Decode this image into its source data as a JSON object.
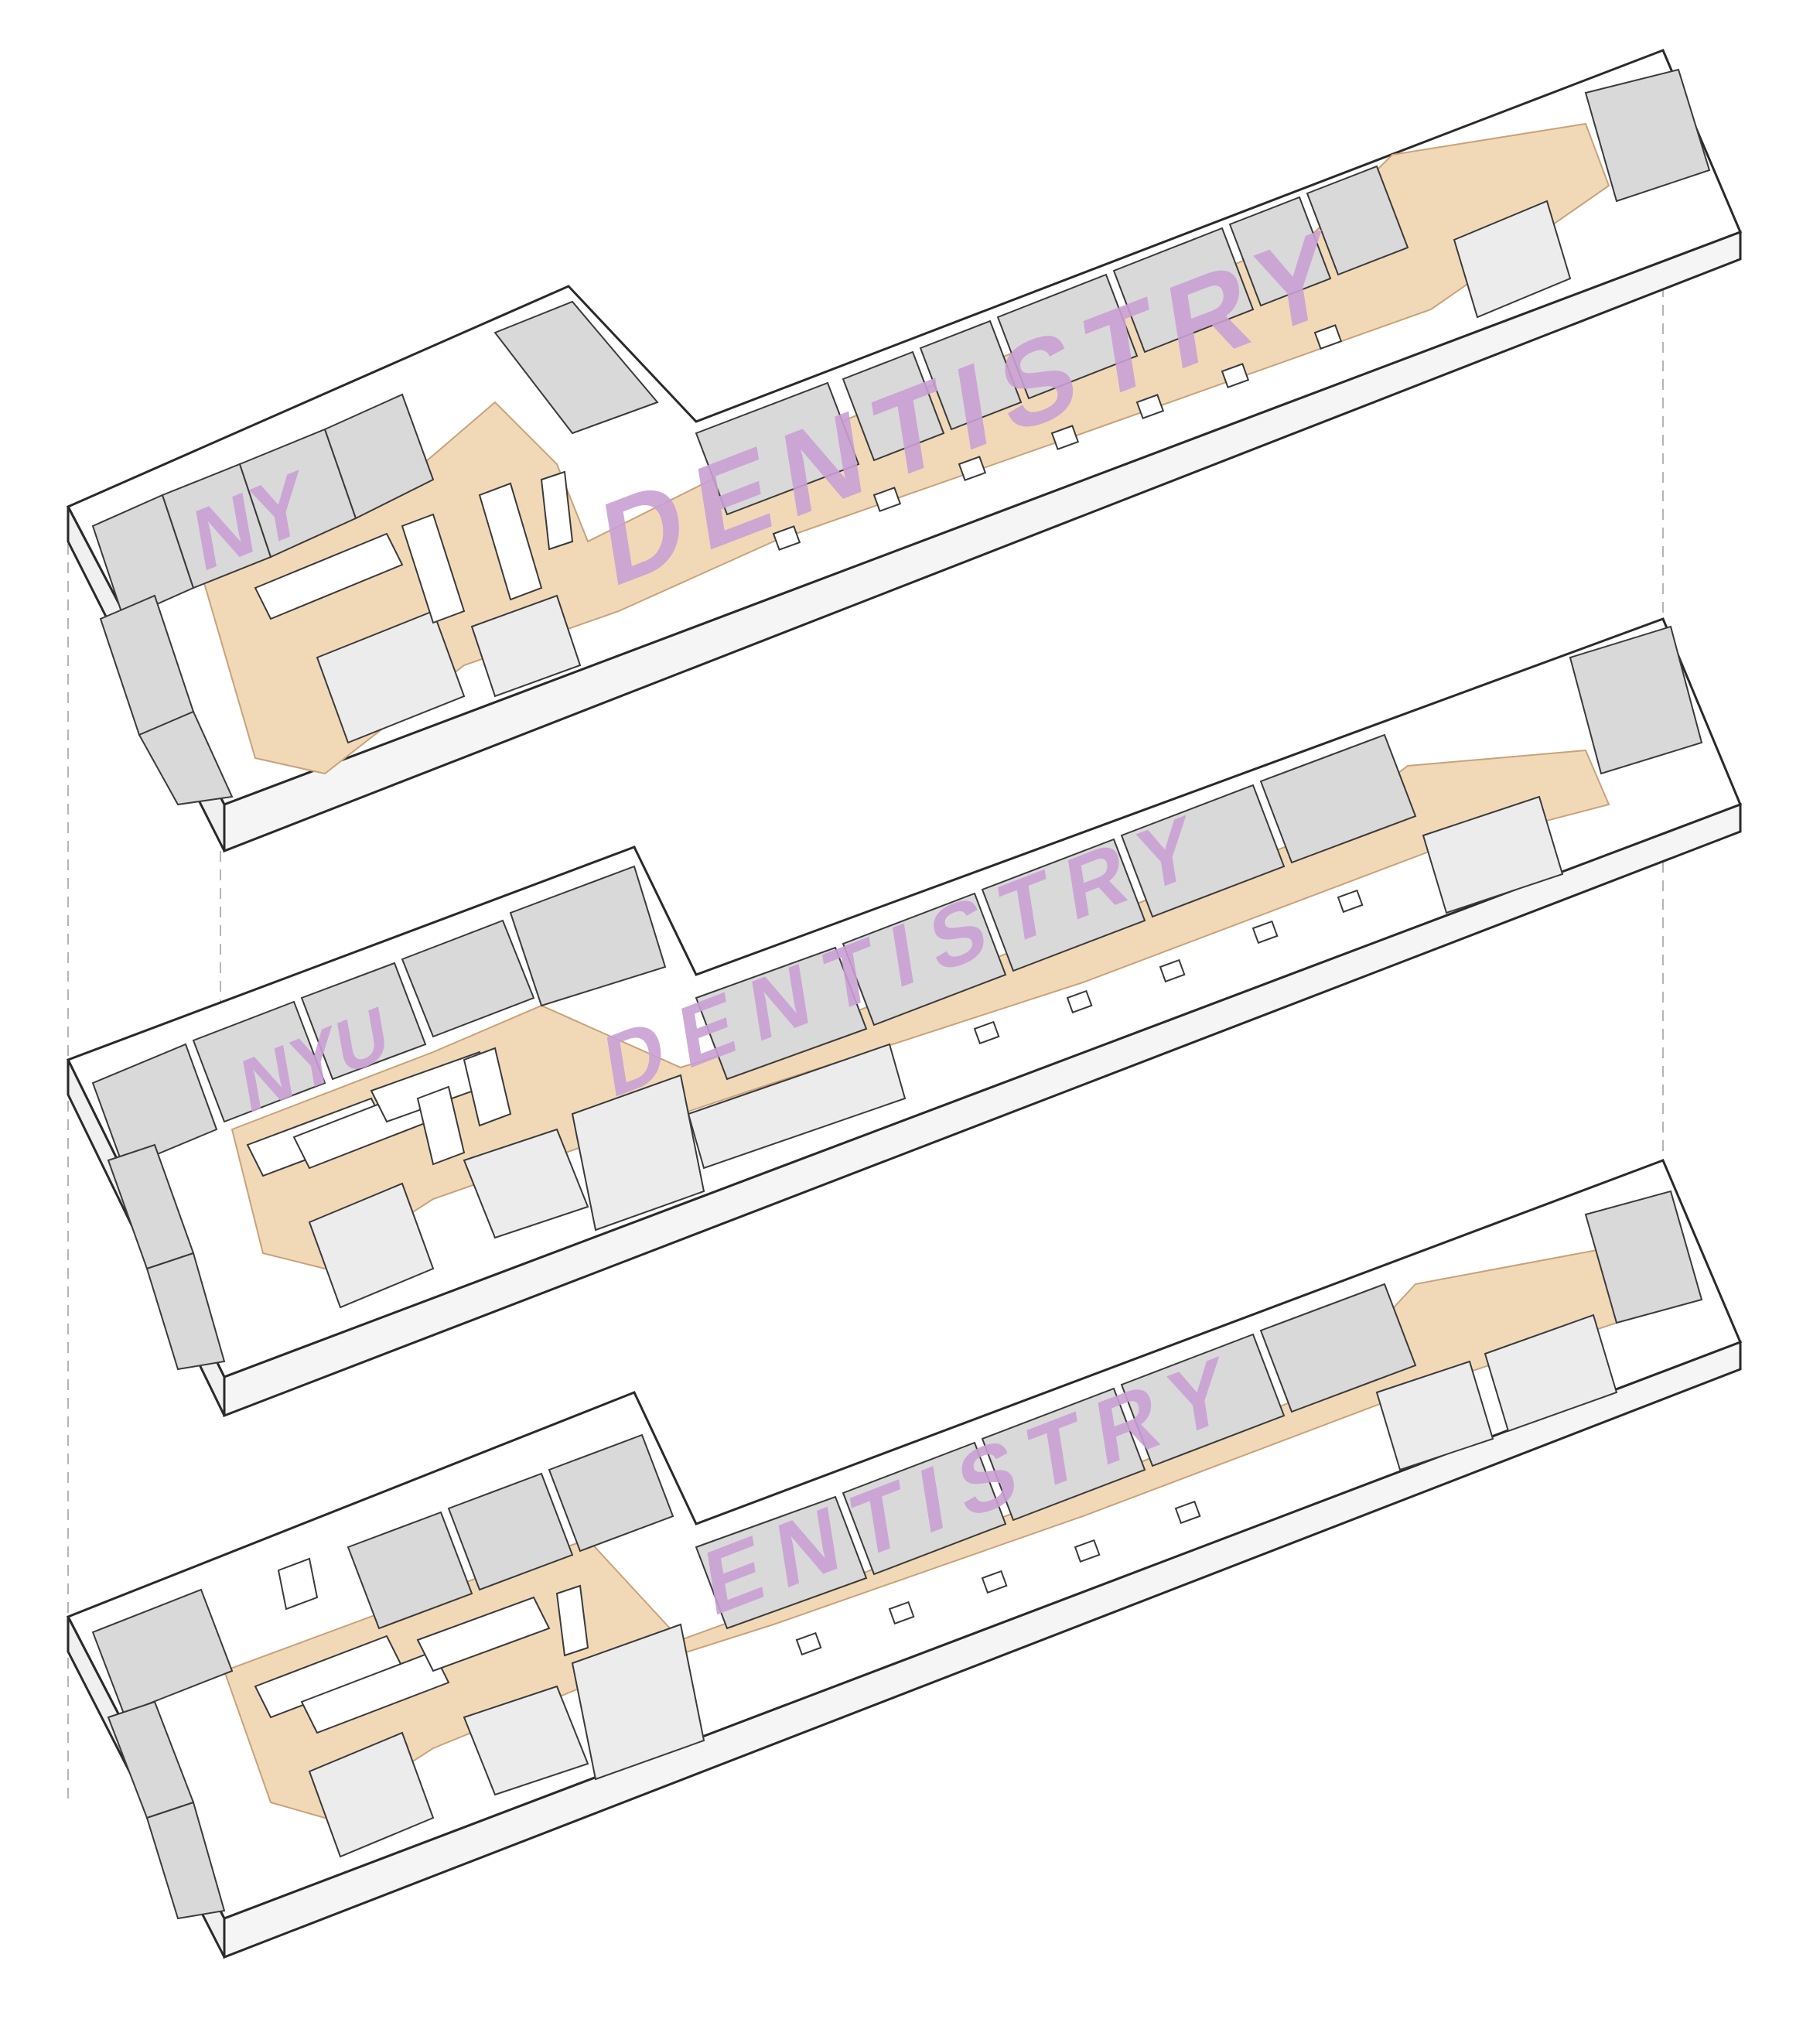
{
  "diagram": {
    "kind": "exploded axonometric floor plans",
    "floors": [
      {
        "id": "upper",
        "supergraphic": [
          {
            "text": "NY",
            "key": "upper_ny"
          },
          {
            "text": "DENTISTRY",
            "key": "upper_dentistry"
          }
        ]
      },
      {
        "id": "middle",
        "supergraphic": [
          {
            "text": "NYU",
            "key": "middle_nyu"
          },
          {
            "text": "DENTISTRY",
            "key": "middle_dentistry"
          }
        ]
      },
      {
        "id": "lower",
        "supergraphic": [
          {
            "text": "ENTISTRY",
            "key": "lower_entistry"
          }
        ]
      }
    ],
    "colors": {
      "floor_wood": "#f1d9b8",
      "wall": "#ffffff",
      "wall_shade": "#e3e3e3",
      "room_floor": "#d9d9d9",
      "outline": "#2a2a2a",
      "supergraphic": "#c9a0d4"
    }
  },
  "text": {
    "upper_ny": "NY",
    "upper_dentistry": "DENTISTRY",
    "middle_nyu": "NYU",
    "middle_dentistry": "DENTISTRY",
    "lower_entistry": "ENTISTRY"
  }
}
